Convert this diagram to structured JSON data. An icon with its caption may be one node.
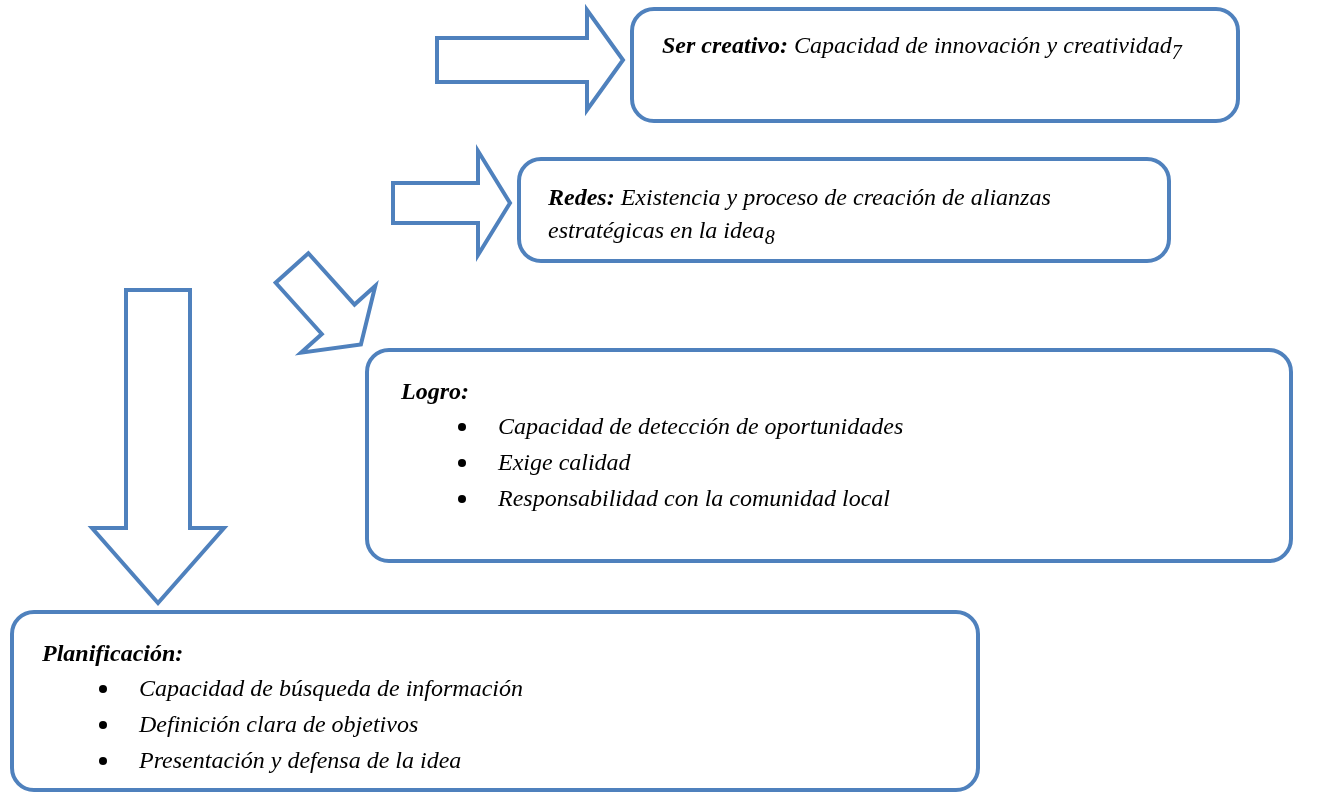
{
  "diagram": {
    "nodes": [
      {
        "text": [
          "**Ser creativo:** Capacidad de innovación y creatividad$_{7}$"
        ]
      },
      {
        "text": [
          "**Redes:** Existencia y proceso de creación de alianzas estratégicas en la idea$_{8}$"
        ]
      },
      {
        "text": [
          "Logro:",
          "Capacidad de detección de oportunidades",
          "Exige calidad",
          "Responsabilidad con la comunidad local"
        ]
      },
      {
        "text": [
          "Planificación:",
          "Capacidad de búsqueda de información",
          "Definición clara de objetivos",
          "Presentación y defensa de la idea"
        ]
      }
    ],
    "edges": [
      {
        "from": null,
        "to": 0,
        "arrow": "to"
      },
      {
        "from": null,
        "to": 1,
        "arrow": "to"
      },
      {
        "from": null,
        "to": 2,
        "arrow": "to"
      },
      {
        "from": null,
        "to": 3,
        "arrow": "to"
      }
    ]
  }
}
